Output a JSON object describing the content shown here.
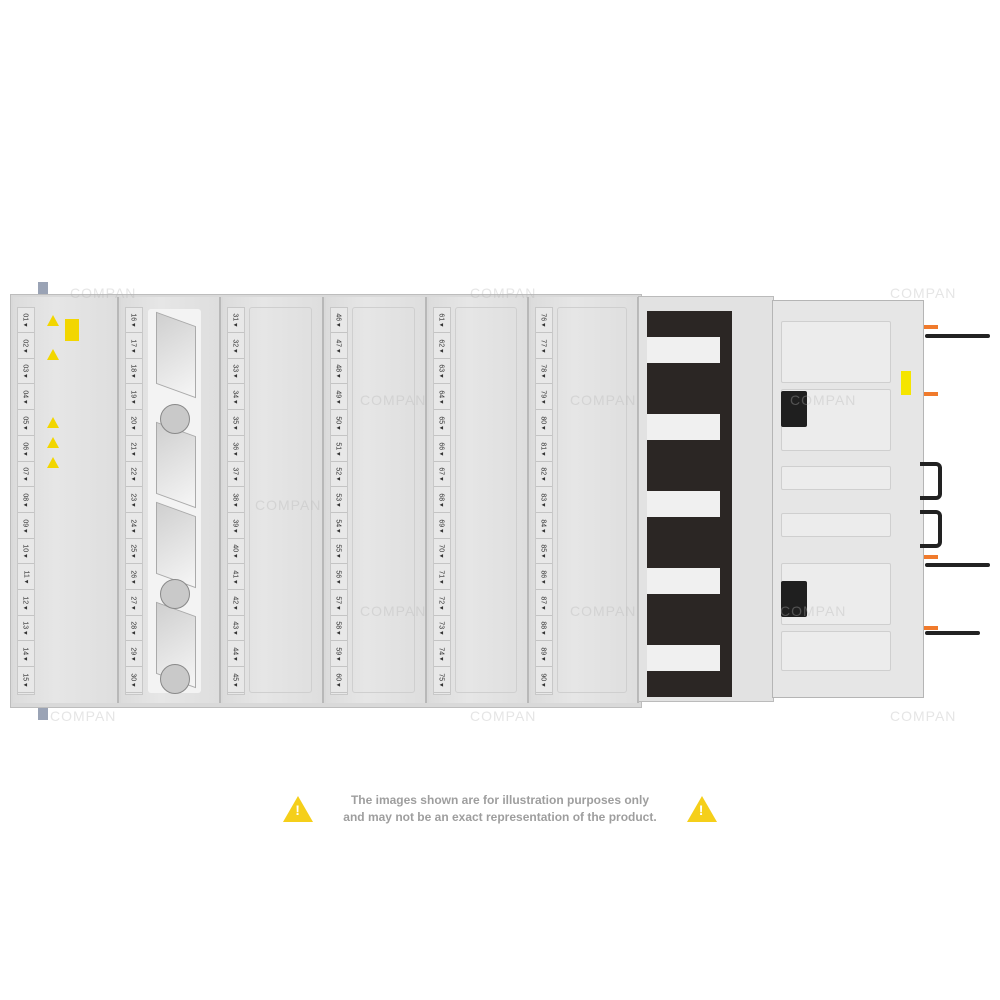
{
  "product": {
    "drawers": [
      {
        "bays": [
          "01",
          "02",
          "03",
          "04",
          "05",
          "06",
          "07",
          "08",
          "09",
          "10",
          "11",
          "12",
          "13",
          "14",
          "15"
        ]
      },
      {
        "bays": [
          "16",
          "17",
          "18",
          "19",
          "20",
          "21",
          "22",
          "23",
          "24",
          "25",
          "26",
          "27",
          "28",
          "29",
          "30"
        ]
      },
      {
        "bays": [
          "31",
          "32",
          "33",
          "34",
          "35",
          "36",
          "37",
          "38",
          "39",
          "40",
          "41",
          "42",
          "43",
          "44",
          "45"
        ]
      },
      {
        "bays": [
          "46",
          "47",
          "48",
          "49",
          "50",
          "51",
          "52",
          "53",
          "54",
          "55",
          "56",
          "57",
          "58",
          "59",
          "60"
        ]
      },
      {
        "bays": [
          "61",
          "62",
          "63",
          "64",
          "65",
          "66",
          "67",
          "68",
          "69",
          "70",
          "71",
          "72",
          "73",
          "74",
          "75"
        ]
      },
      {
        "bays": [
          "76",
          "77",
          "78",
          "79",
          "80",
          "81",
          "82",
          "83",
          "84",
          "85",
          "86",
          "87",
          "88",
          "89",
          "90"
        ]
      }
    ],
    "fan_count": 5,
    "colors": {
      "chassis": "#d9d9d9",
      "fan": "#2b2624",
      "warning": "#f2d600",
      "tab": "#f07a2c"
    }
  },
  "watermark": "COMPAN",
  "disclaimer": {
    "line1": "The images shown are for illustration purposes only",
    "line2": "and may not be an exact representation of the product.",
    "icon": "warning-triangle-icon"
  }
}
